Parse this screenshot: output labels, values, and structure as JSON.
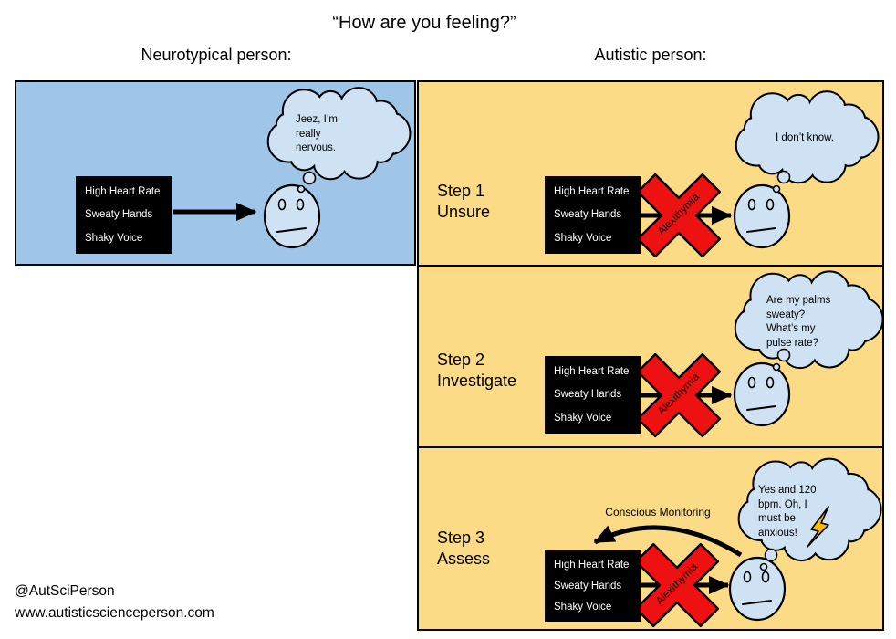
{
  "title": "“How are you feeling?”",
  "columns": {
    "left": "Neurotypical person:",
    "right": "Autistic person:"
  },
  "symptom_box": [
    "High Heart Rate",
    "Sweaty Hands",
    "Shaky Voice"
  ],
  "neurotypical": {
    "thought": [
      "Jeez, I’m",
      "really",
      "nervous."
    ]
  },
  "steps": [
    {
      "label": "Step 1",
      "sublabel": "Unsure",
      "barrier": "Alexithymia",
      "thought": [
        "I don’t know."
      ]
    },
    {
      "label": "Step 2",
      "sublabel": "Investigate",
      "barrier": "Alexithymia",
      "thought": [
        "Are my palms",
        "sweaty?",
        "What’s my",
        "pulse rate?"
      ]
    },
    {
      "label": "Step 3",
      "sublabel": "Assess",
      "barrier": "Alexithymia",
      "monitor_label": "Conscious Monitoring",
      "thought": [
        "Yes and 120",
        "bpm. Oh, I",
        "must be",
        "anxious!"
      ]
    }
  ],
  "footer": {
    "handle": "@AutSciPerson",
    "website": "www.autisticscienceperson.com"
  },
  "colors": {
    "neurotypical_bg": "#9fc5e8",
    "autistic_bg": "#fbdb86",
    "bubble": "#cfe2f3",
    "barrier": "#ee1111",
    "symptom_box_bg": "#000000",
    "symptom_box_text": "#ffffff",
    "bolt": "#fbbc04"
  }
}
